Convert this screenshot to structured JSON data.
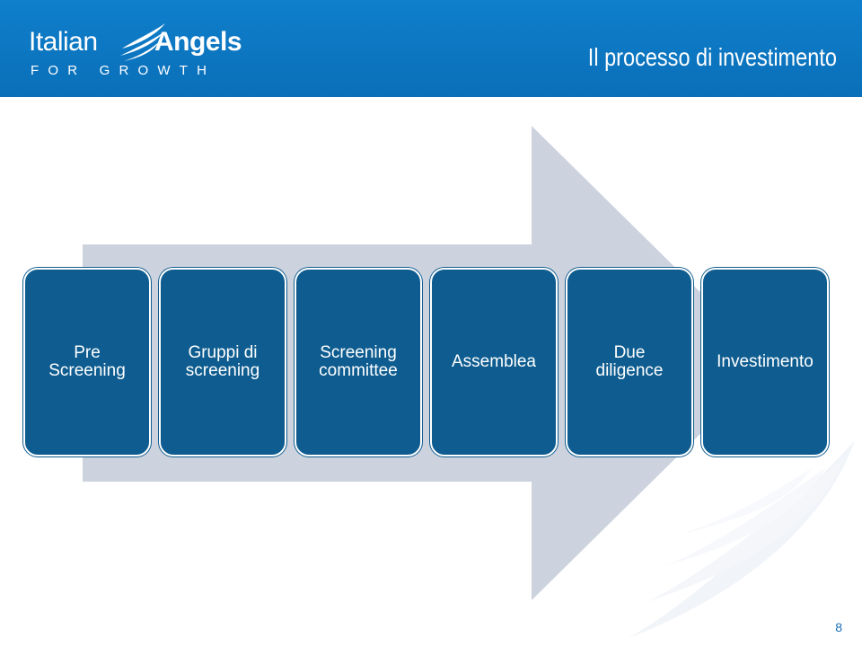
{
  "header": {
    "logo": {
      "word1": "Italian",
      "word2": "Angels",
      "tagline": "FOR GROWTH"
    },
    "title": "Il processo di investimento"
  },
  "process": {
    "steps": [
      {
        "line1": "Pre",
        "line2": "Screening"
      },
      {
        "line1": "Gruppi di",
        "line2": "screening"
      },
      {
        "line1": "Screening",
        "line2": "committee"
      },
      {
        "line1": "Assemblea",
        "line2": ""
      },
      {
        "line1": "Due",
        "line2": "diligence"
      },
      {
        "line1": "Investimento",
        "line2": ""
      }
    ]
  },
  "footer": {
    "page_number": "8"
  },
  "colors": {
    "header_blue": "#0a6fb8",
    "box_blue": "#0f5d90",
    "arrow_gray": "#cdd3de"
  }
}
